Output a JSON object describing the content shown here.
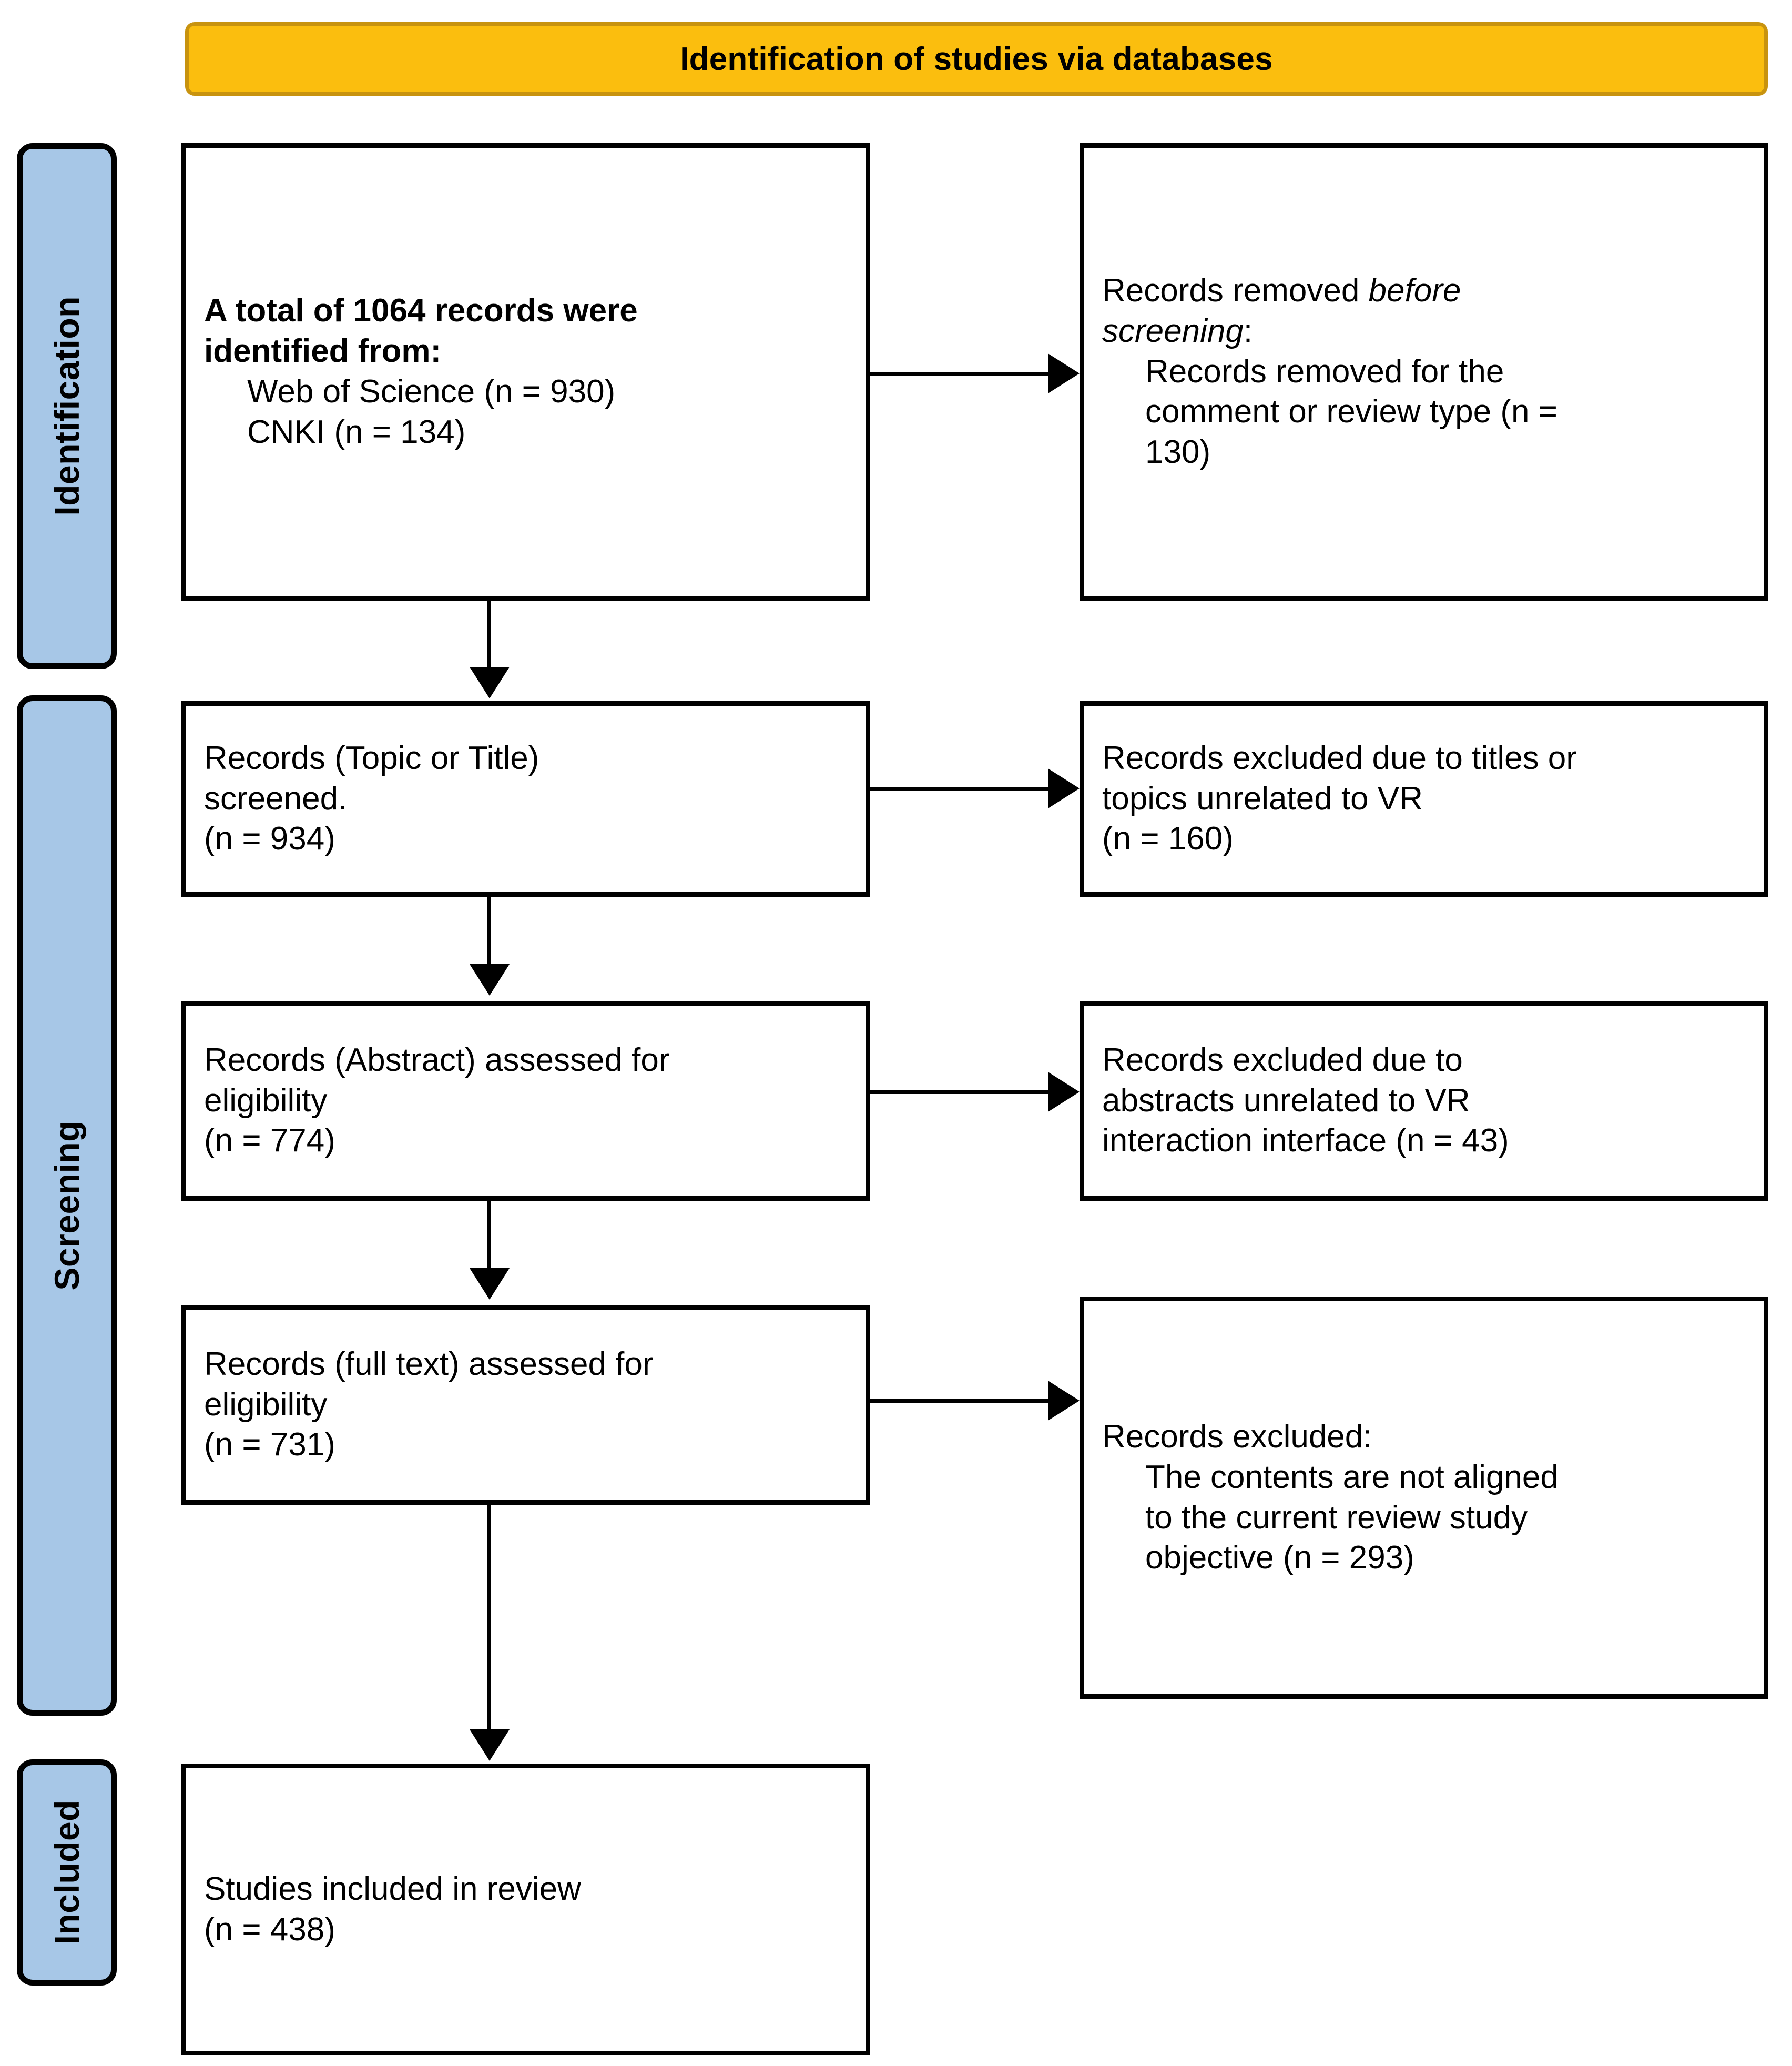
{
  "diagram": {
    "type": "prisma-flow-diagram",
    "banner": {
      "title": "Identification of studies via databases",
      "background_color": "#FBBE0E",
      "border_color": "#C8930F"
    },
    "stages": [
      {
        "id": "identification",
        "label": "Identification",
        "color": "#A7C7E7"
      },
      {
        "id": "screening",
        "label": "Screening",
        "color": "#A7C7E7"
      },
      {
        "id": "included",
        "label": "Included",
        "color": "#A7C7E7"
      }
    ],
    "boxes": {
      "identified": {
        "lines": [
          {
            "text": "A total of 1064 records were",
            "style": "bold"
          },
          {
            "text": "identified from:",
            "style": "bold"
          },
          {
            "text": "Web of Science (n = 930)",
            "style": "indent"
          },
          {
            "text": "CNKI (n = 134)",
            "style": "indent"
          }
        ]
      },
      "removed_before_screening": {
        "lines": [
          {
            "text": "Records removed ",
            "style": "normal",
            "italic_tail": "before"
          },
          {
            "text": "screening",
            "style": "italic",
            "plain_tail": ":"
          },
          {
            "text": "Records removed for the",
            "style": "indent"
          },
          {
            "text": "comment or review type (n =",
            "style": "indent"
          },
          {
            "text": "130)",
            "style": "indent"
          }
        ]
      },
      "screened_topic_title": {
        "lines": [
          {
            "text": "Records (Topic or Title)",
            "style": "normal"
          },
          {
            "text": "screened.",
            "style": "normal"
          },
          {
            "text": "(n = 934)",
            "style": "normal"
          }
        ]
      },
      "excluded_titles_topics": {
        "lines": [
          {
            "text": "Records excluded due to titles or",
            "style": "normal"
          },
          {
            "text": "topics unrelated to VR",
            "style": "normal"
          },
          {
            "text": "(n = 160)",
            "style": "normal"
          }
        ]
      },
      "assessed_abstract": {
        "lines": [
          {
            "text": "Records (Abstract) assessed for",
            "style": "normal"
          },
          {
            "text": "eligibility",
            "style": "normal"
          },
          {
            "text": "(n = 774)",
            "style": "normal"
          }
        ]
      },
      "excluded_abstracts": {
        "lines": [
          {
            "text": "Records excluded due to",
            "style": "normal"
          },
          {
            "text": "abstracts unrelated to VR",
            "style": "normal"
          },
          {
            "text": "interaction interface (n = 43)",
            "style": "normal"
          }
        ]
      },
      "assessed_fulltext": {
        "lines": [
          {
            "text": "Records (full text) assessed for",
            "style": "normal"
          },
          {
            "text": "eligibility",
            "style": "normal"
          },
          {
            "text": "(n = 731)",
            "style": "normal"
          }
        ]
      },
      "excluded_fulltext": {
        "lines": [
          {
            "text": "Records excluded:",
            "style": "normal"
          },
          {
            "text": "The contents are not aligned",
            "style": "indent"
          },
          {
            "text": "to the current review study",
            "style": "indent"
          },
          {
            "text": "objective (n = 293)",
            "style": "indent"
          }
        ]
      },
      "included_studies": {
        "lines": [
          {
            "text": "Studies included in review",
            "style": "normal"
          },
          {
            "text": "(n = 438)",
            "style": "normal"
          }
        ]
      }
    },
    "counts": {
      "total_identified": 1064,
      "web_of_science": 930,
      "cnki": 134,
      "removed_comment_or_review": 130,
      "screened_topic_title": 934,
      "excluded_titles_topics": 160,
      "assessed_abstract": 774,
      "excluded_abstracts": 43,
      "assessed_fulltext": 731,
      "excluded_fulltext": 293,
      "included_studies": 438
    }
  }
}
